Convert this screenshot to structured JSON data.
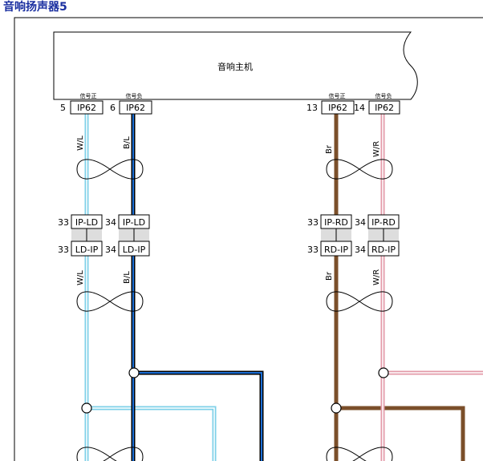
{
  "title": "音响扬声器5",
  "title_color": "#1a2fa0",
  "unit": {
    "label": "音响主机"
  },
  "pins": [
    {
      "num": "5",
      "connector": "IP62",
      "signal": "信号正"
    },
    {
      "num": "6",
      "connector": "IP62",
      "signal": "信号负"
    },
    {
      "num": "13",
      "connector": "IP62",
      "signal": "信号正"
    },
    {
      "num": "14",
      "connector": "IP62",
      "signal": "信号负"
    }
  ],
  "wire_labels": {
    "w1": "W/L",
    "w2": "B/L",
    "w3": "Br",
    "w4": "W/R"
  },
  "wire_colors": {
    "light_blue": "#7fd0e8",
    "blue_black": "#1c6fd6",
    "brown": "#7b4f2a",
    "pink": "#e39aa8"
  },
  "connectors_upper": [
    {
      "num": "33",
      "name": "IP-LD"
    },
    {
      "num": "34",
      "name": "IP-LD"
    },
    {
      "num": "33",
      "name": "IP-RD"
    },
    {
      "num": "34",
      "name": "IP-RD"
    }
  ],
  "connectors_lower": [
    {
      "num": "33",
      "name": "LD-IP"
    },
    {
      "num": "34",
      "name": "LD-IP"
    },
    {
      "num": "33",
      "name": "RD-IP"
    },
    {
      "num": "34",
      "name": "RD-IP"
    }
  ]
}
